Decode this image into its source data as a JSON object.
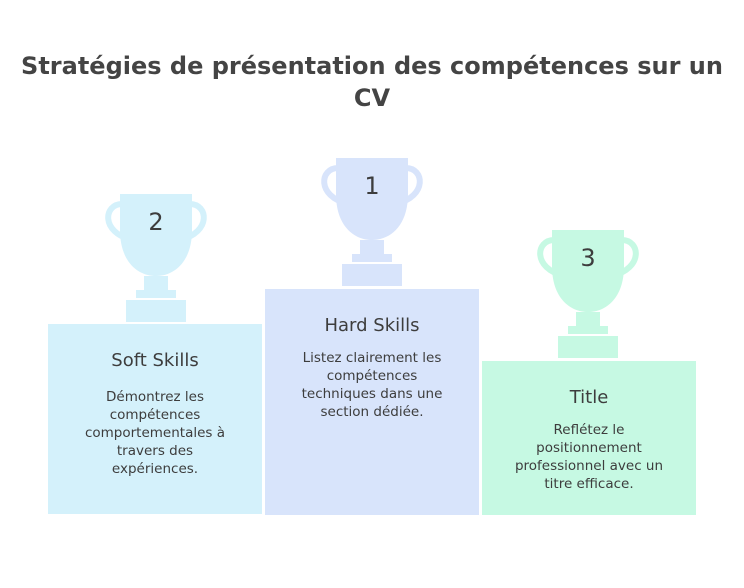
{
  "title": "Stratégies de présentation des compétences sur un CV",
  "colors": {
    "blue_light": "#d4f1fb",
    "blue_mid": "#d8e4fb",
    "green": "#c6f9e3"
  },
  "podium": [
    {
      "rank": "2",
      "heading": "Soft Skills",
      "description": "Démontrez les compétences comportementales à travers des expériences."
    },
    {
      "rank": "1",
      "heading": "Hard Skills",
      "description": "Listez clairement les compétences techniques dans une section dédiée."
    },
    {
      "rank": "3",
      "heading": "Title",
      "description": "Reflétez le positionnement professionnel avec un titre efficace."
    }
  ]
}
